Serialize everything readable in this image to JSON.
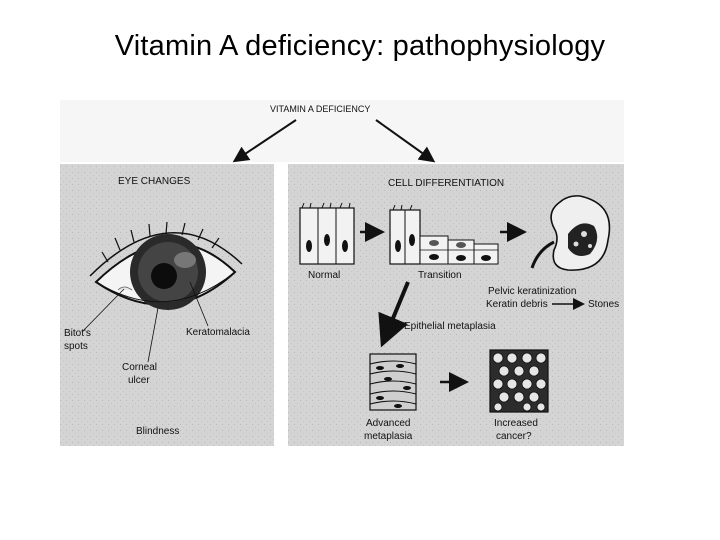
{
  "slide": {
    "title": "Vitamin A deficiency: pathophysiology"
  },
  "figure": {
    "root": "VITAMIN A DEFICIENCY",
    "eye_panel": {
      "heading": "EYE CHANGES",
      "labels": {
        "bitots": [
          "Bitot's",
          "spots"
        ],
        "corneal": [
          "Corneal",
          "ulcer"
        ],
        "kerato": "Keratomalacia",
        "blindness": "Blindness"
      }
    },
    "cell_panel": {
      "heading": "CELL DIFFERENTIATION",
      "normal": "Normal",
      "transition": "Transition",
      "pelvic": "Pelvic keratinization",
      "keratin": "Keratin debris",
      "stones": "Stones",
      "epithelial": "Epithelial metaplasia",
      "advanced": [
        "Advanced",
        "metaplasia"
      ],
      "increased": [
        "Increased",
        "cancer?"
      ]
    }
  }
}
